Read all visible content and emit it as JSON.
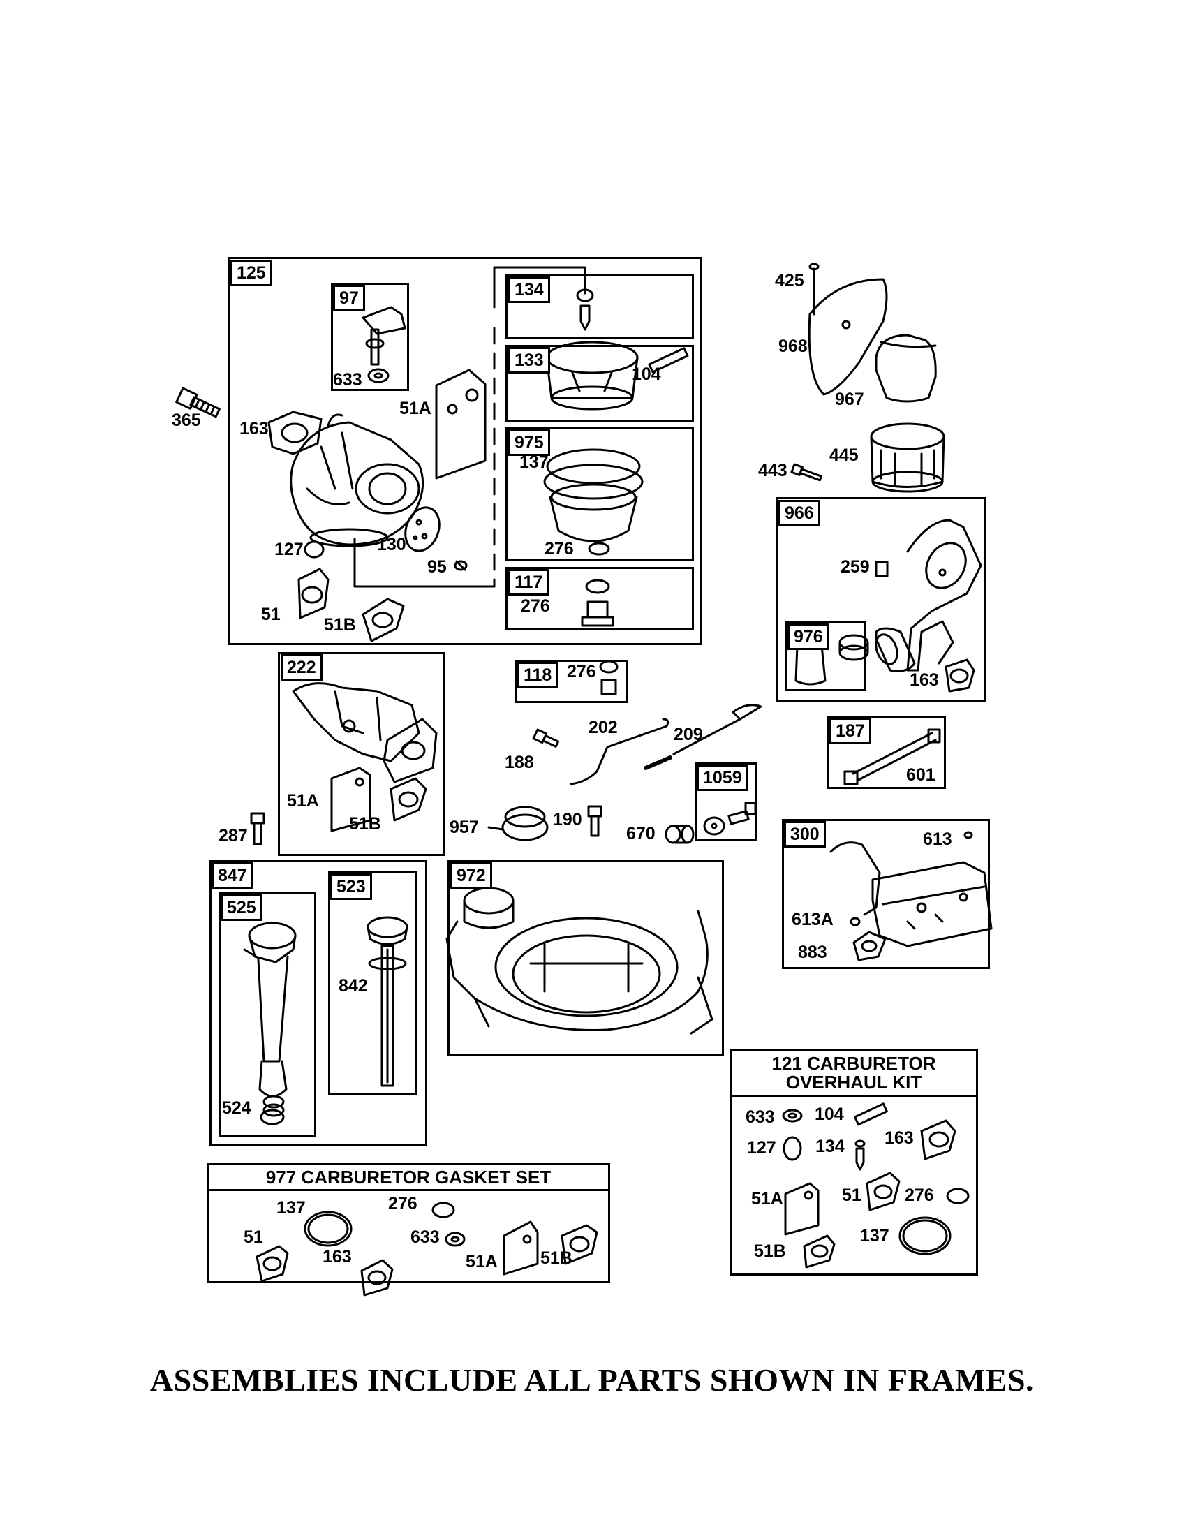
{
  "footer_note": "ASSEMBLIES INCLUDE ALL PARTS SHOWN IN FRAMES.",
  "frames": {
    "f125": "125",
    "f97": "97",
    "f134": "134",
    "f133": "133",
    "f975": "975",
    "f117": "117",
    "f222": "222",
    "f118": "118",
    "f966": "966",
    "f976": "976",
    "f187": "187",
    "f1059": "1059",
    "f300": "300",
    "f847": "847",
    "f525": "525",
    "f523": "523",
    "f972": "972"
  },
  "parts": {
    "p365": "365",
    "p163a": "163",
    "p633a": "633",
    "p51a_1": "51A",
    "p104a": "104",
    "p137a": "137",
    "p276a": "276",
    "p127a": "127",
    "p130": "130",
    "p95": "95",
    "p51_1": "51",
    "p51b_1": "51B",
    "p276b": "276",
    "p425": "425",
    "p968": "968",
    "p967": "967",
    "p443": "443",
    "p445": "445",
    "p259": "259",
    "p163b": "163",
    "p276c": "276",
    "p202": "202",
    "p209": "209",
    "p188": "188",
    "p601": "601",
    "p51a_2": "51A",
    "p51b_2": "51B",
    "p287": "287",
    "p957": "957",
    "p190": "190",
    "p670": "670",
    "p613": "613",
    "p613a": "613A",
    "p883": "883",
    "p842": "842",
    "p524": "524"
  },
  "gasket_set": {
    "title": "977 CARBURETOR  GASKET SET",
    "p137": "137",
    "p276": "276",
    "p51": "51",
    "p633": "633",
    "p163": "163",
    "p51a": "51A",
    "p51b": "51B"
  },
  "overhaul_kit": {
    "title_line1": "121 CARBURETOR",
    "title_line2": "OVERHAUL KIT",
    "p633": "633",
    "p104": "104",
    "p127": "127",
    "p134": "134",
    "p163": "163",
    "p51a": "51A",
    "p51": "51",
    "p276": "276",
    "p51b": "51B",
    "p137": "137"
  }
}
